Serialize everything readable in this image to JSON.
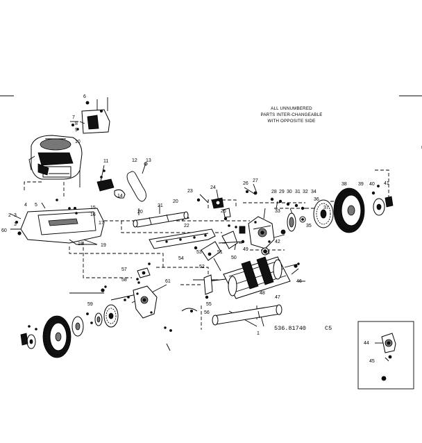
{
  "note": {
    "line1": "ALL UNNUMBERED",
    "line2": "PARTS INTER-CHANGEABLE",
    "line3": "WITH OPPOSITE SIDE"
  },
  "model_number": "536.81740",
  "model_suffix": "C5",
  "part_numbers": [
    "6",
    "7",
    "8",
    "9",
    "10",
    "11",
    "12",
    "13",
    "14",
    "15",
    "16",
    "17",
    "18",
    "19",
    "20",
    "21",
    "20",
    "22",
    "23",
    "24",
    "25",
    "26",
    "27",
    "28",
    "29",
    "30",
    "31",
    "32",
    "33",
    "34",
    "35",
    "36",
    "37",
    "38",
    "39",
    "40",
    "41",
    "42",
    "43",
    "44",
    "45",
    "46",
    "47",
    "48",
    "49",
    "50",
    "51",
    "52",
    "53",
    "54",
    "55",
    "56",
    "57",
    "58",
    "59",
    "60",
    "61",
    "1",
    "2",
    "3",
    "4",
    "5",
    "3"
  ]
}
